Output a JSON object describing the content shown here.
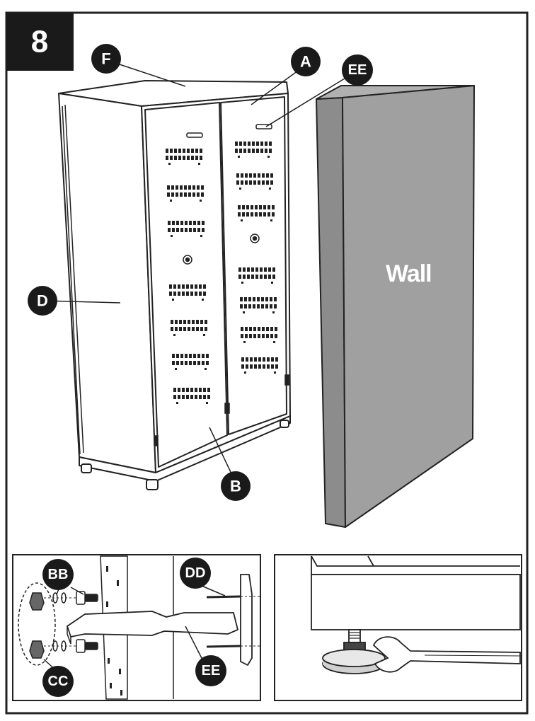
{
  "step": {
    "number": "8"
  },
  "wall": {
    "label": "Wall"
  },
  "callouts": {
    "F": "F",
    "A": "A",
    "EE_main": "EE",
    "D": "D",
    "B": "B",
    "BB": "BB",
    "DD": "DD",
    "CC": "CC",
    "EE_detail": "EE"
  },
  "colors": {
    "frame": "#222222",
    "callout_fill": "#1a1a1a",
    "wall_face": "#a0a0a0",
    "wall_side": "#8c8c8c",
    "panel": "#ffffff"
  }
}
